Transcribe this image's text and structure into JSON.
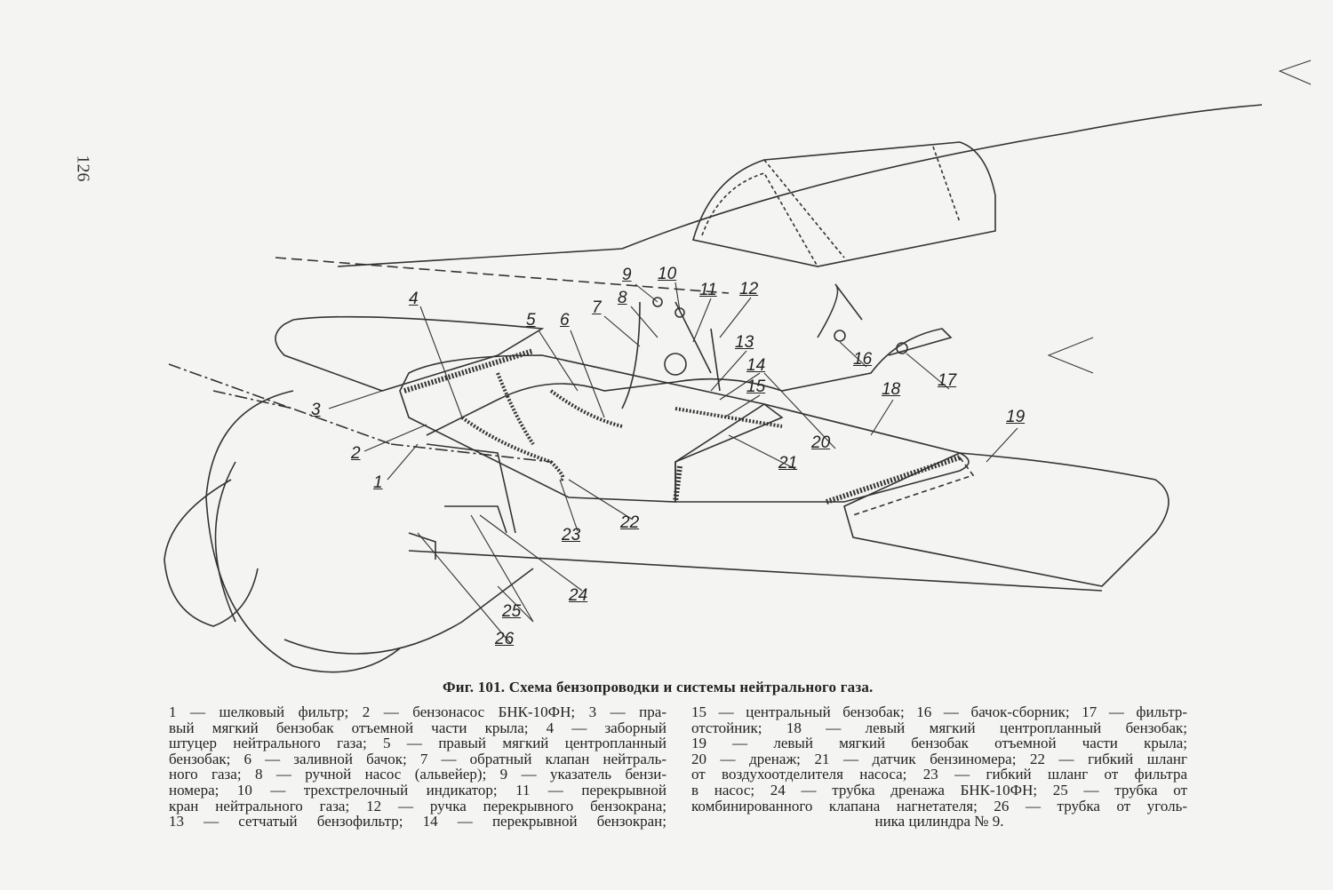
{
  "page_number": "126",
  "figure": {
    "title": "Фиг. 101. Схема бензопроводки и системы нейтрального газа.",
    "callouts": [
      "1",
      "2",
      "3",
      "4",
      "5",
      "6",
      "7",
      "8",
      "9",
      "10",
      "11",
      "12",
      "13",
      "14",
      "15",
      "16",
      "17",
      "18",
      "19",
      "20",
      "21",
      "22",
      "23",
      "24",
      "25",
      "26"
    ],
    "legend_left_lines": [
      "1 — шелковый фильтр; 2 — бензонасос БНК-10ФН; 3 — пра-",
      "вый мягкий бензобак отъемной части крыла; 4 — заборный",
      "штуцер нейтрального газа; 5 — правый мягкий центропланный",
      "бензобак; 6 — заливной бачок; 7 — обратный клапан нейтраль-",
      "ного газа; 8 — ручной насос (альвейер); 9 — указатель бензи-",
      "номера; 10 — трехстрелочный индикатор; 11 — перекрывной",
      "кран нейтрального газа; 12 — ручка перекрывного бензокрана;",
      "13 — сетчатый бензофильтр; 14 — перекрывной бензокран;"
    ],
    "legend_right_lines": [
      "15 — центральный бензобак; 16 — бачок-сборник; 17 — фильтр-",
      "отстойник; 18 — левый мягкий центропланный бензобак;",
      "19 — левый мягкий бензобак отъемной части крыла;",
      "20 — дренаж; 21 — датчик бензиномера; 22 — гибкий шланг",
      "от воздухоотделителя насоса; 23 — гибкий шланг от фильтра",
      "в насос; 24 — трубка дренажа БНК-10ФН; 25 — трубка от",
      "комбинированного клапана нагнетателя; 26 — трубка от уголь-",
      "ника цилиндра № 9."
    ]
  }
}
